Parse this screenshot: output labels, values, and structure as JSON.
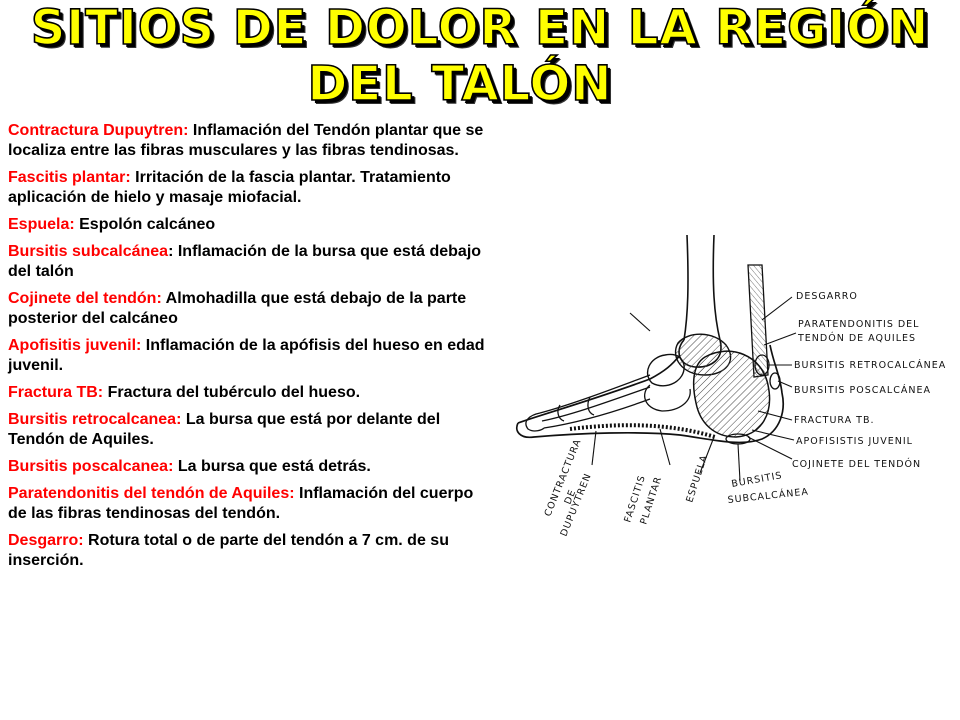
{
  "title": {
    "line1": "Sitios de dolor en la región",
    "line2": "del talón"
  },
  "definitions": [
    {
      "term": "Contractura Dupuytren:",
      "text": " Inflamación del Tendón plantar que se localiza entre las fibras musculares y las fibras tendinosas."
    },
    {
      "term": "Fascitis plantar:",
      "text": " Irritación de la fascia plantar. Tratamiento aplicación de hielo y masaje miofacial."
    },
    {
      "term": "Espuela:",
      "text": " Espolón calcáneo"
    },
    {
      "term": "Bursitis subcalcánea",
      "text": ": Inflamación de la bursa que está debajo del talón"
    },
    {
      "term": "Cojinete del tendón:",
      "text": " Almohadilla que está debajo de la parte posterior del calcáneo"
    },
    {
      "term": "Apofisitis juvenil:",
      "text": " Inflamación de la apófisis del hueso en edad juvenil."
    },
    {
      "term": "Fractura TB:",
      "text": " Fractura del tubérculo del hueso."
    },
    {
      "term": "Bursitis retrocalcanea:",
      "text": " La bursa que está por delante del Tendón de Aquiles."
    },
    {
      "term": "Bursitis poscalcanea:",
      "text": "  La bursa que está detrás."
    },
    {
      "term": "Paratendonitis del tendón de Aquiles:",
      "text": " Inflamación del cuerpo de las fibras tendinosas del tendón."
    },
    {
      "term": "Desgarro:",
      "text": " Rotura total o de parte del tendón  a 7 cm. de su inserción."
    }
  ],
  "diagram_labels": {
    "desgarro": "DESGARRO",
    "paratendonitis_1": "PARATENDONITIS DEL",
    "paratendonitis_2": "TENDÓN DE AQUILES",
    "bursitis_retro": "BURSITIS RETROCALCÁNEA",
    "bursitis_pos": "BURSITIS POSCALCÁNEA",
    "fractura": "FRACTURA TB.",
    "apofisitis": "APOFISISTIS JUVENIL",
    "cojinete": "COJINETE DEL TENDÓN",
    "contractura_1": "CONTRACTURA",
    "contractura_2": "DE",
    "contractura_3": "DUPUYTREN",
    "fascitis_1": "FASCITIS",
    "fascitis_2": "PLANTAR",
    "espuela": "ESPUELA",
    "bursitis_sub_1": "BURSITIS",
    "bursitis_sub_2": "SUBCALCÁNEA"
  },
  "colors": {
    "title_fill": "#ffff00",
    "term": "#ff0000",
    "text": "#000000"
  }
}
